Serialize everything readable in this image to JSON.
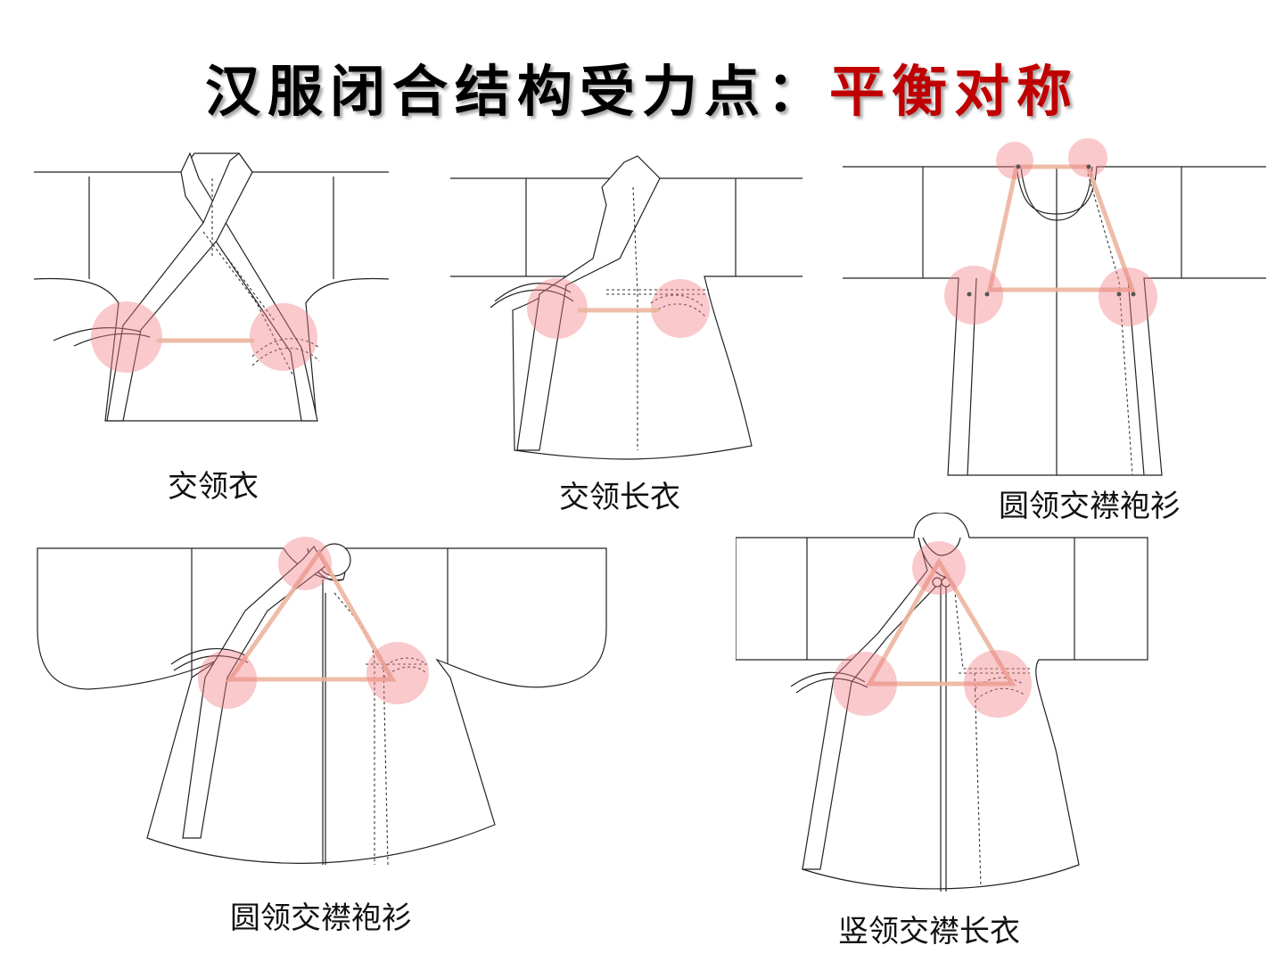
{
  "title": {
    "main": "汉服闭合结构受力点：",
    "accent": "平衡对称"
  },
  "colors": {
    "title": "#000000",
    "accent": "#c00000",
    "stress_point": "#f07f86",
    "balance_line": "#ecb59d"
  },
  "diagrams": [
    {
      "caption": "交领衣"
    },
    {
      "caption": "交领长衣"
    },
    {
      "caption": "圆领交襟袍衫"
    },
    {
      "caption": "圆领交襟袍衫"
    },
    {
      "caption": "竖领交襟长衣"
    }
  ]
}
